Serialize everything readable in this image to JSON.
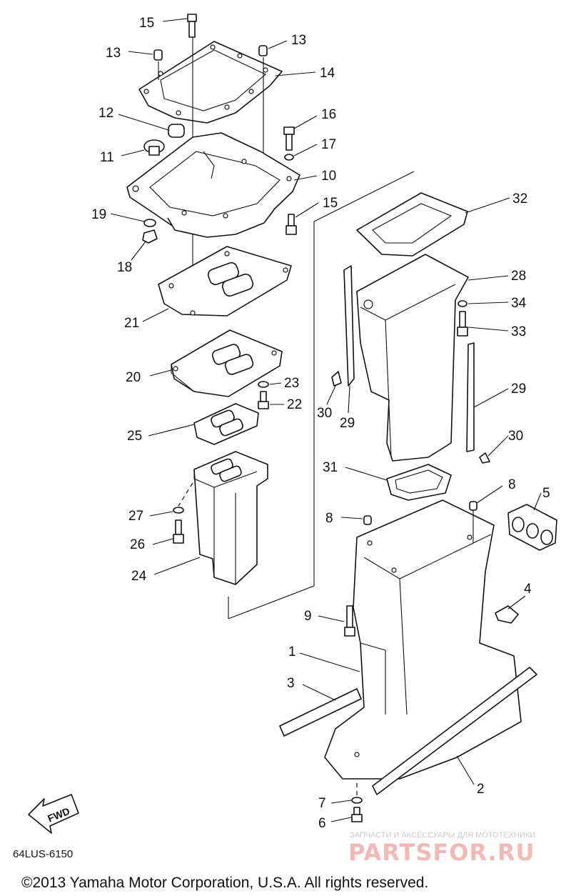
{
  "callouts": [
    "15",
    "13",
    "13",
    "14",
    "12",
    "16",
    "11",
    "17",
    "10",
    "15",
    "19",
    "18",
    "32",
    "28",
    "34",
    "33",
    "21",
    "20",
    "23",
    "22",
    "30",
    "29",
    "29",
    "25",
    "30",
    "31",
    "8",
    "5",
    "8",
    "27",
    "26",
    "24",
    "4",
    "9",
    "1",
    "3",
    "2",
    "7",
    "6"
  ],
  "diagram_code": "64LUS-6150",
  "fwd_label": "FWD",
  "copyright": "©2013 Yamaha Motor Corporation, U.S.A. All rights reserved.",
  "watermark": {
    "tagline": "ЗАПЧАСТИ И АКСЕССУАРЫ ДЛЯ МОТОТЕХНИКИ",
    "brand": "PARTSFOR.RU",
    "color": "#f3b9b9"
  }
}
